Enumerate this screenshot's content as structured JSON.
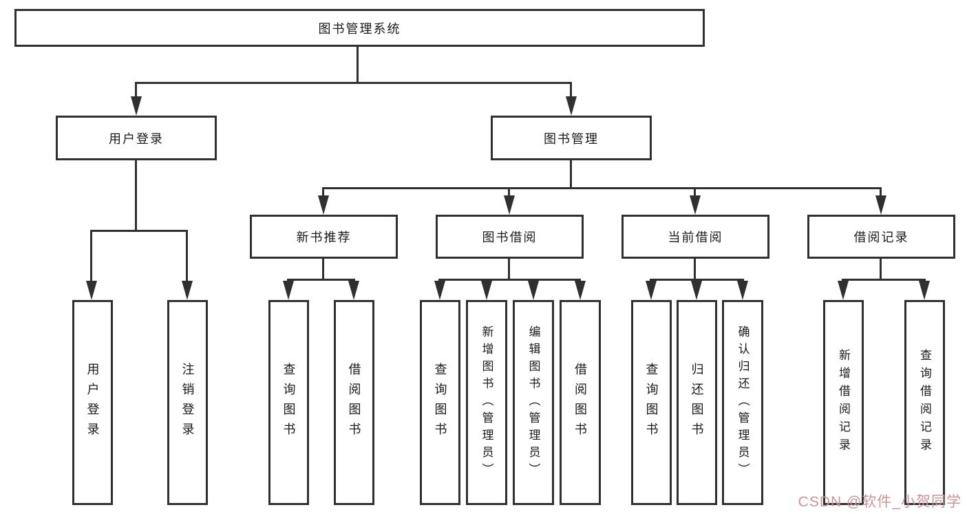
{
  "diagram_title": "图书管理系统",
  "tree": {
    "root": {
      "label": "图书管理系统",
      "children": [
        {
          "label": "用户登录",
          "children": [
            {
              "label": "用户登录"
            },
            {
              "label": "注销登录"
            }
          ]
        },
        {
          "label": "图书管理",
          "children": [
            {
              "label": "新书推荐",
              "children": [
                {
                  "label": "查询图书"
                },
                {
                  "label": "借阅图书"
                }
              ]
            },
            {
              "label": "图书借阅",
              "children": [
                {
                  "label": "查询图书"
                },
                {
                  "label": "新增图书（管理员）"
                },
                {
                  "label": "编辑图书（管理员）"
                },
                {
                  "label": "借阅图书"
                }
              ]
            },
            {
              "label": "当前借阅",
              "children": [
                {
                  "label": "查询图书"
                },
                {
                  "label": "归还图书"
                },
                {
                  "label": "确认归还（管理员）"
                }
              ]
            },
            {
              "label": "借阅记录",
              "children": [
                {
                  "label": "新增借阅记录"
                },
                {
                  "label": "查询借阅记录"
                }
              ]
            }
          ]
        }
      ]
    }
  },
  "watermark": {
    "text": "CSDN @软件_小贺同学",
    "color": "#cc9494"
  },
  "colors": {
    "line": "#303030",
    "box_border": "#303030",
    "box_fill": "#ffffff",
    "text": "#1a1a1a",
    "background": "#ffffff"
  }
}
